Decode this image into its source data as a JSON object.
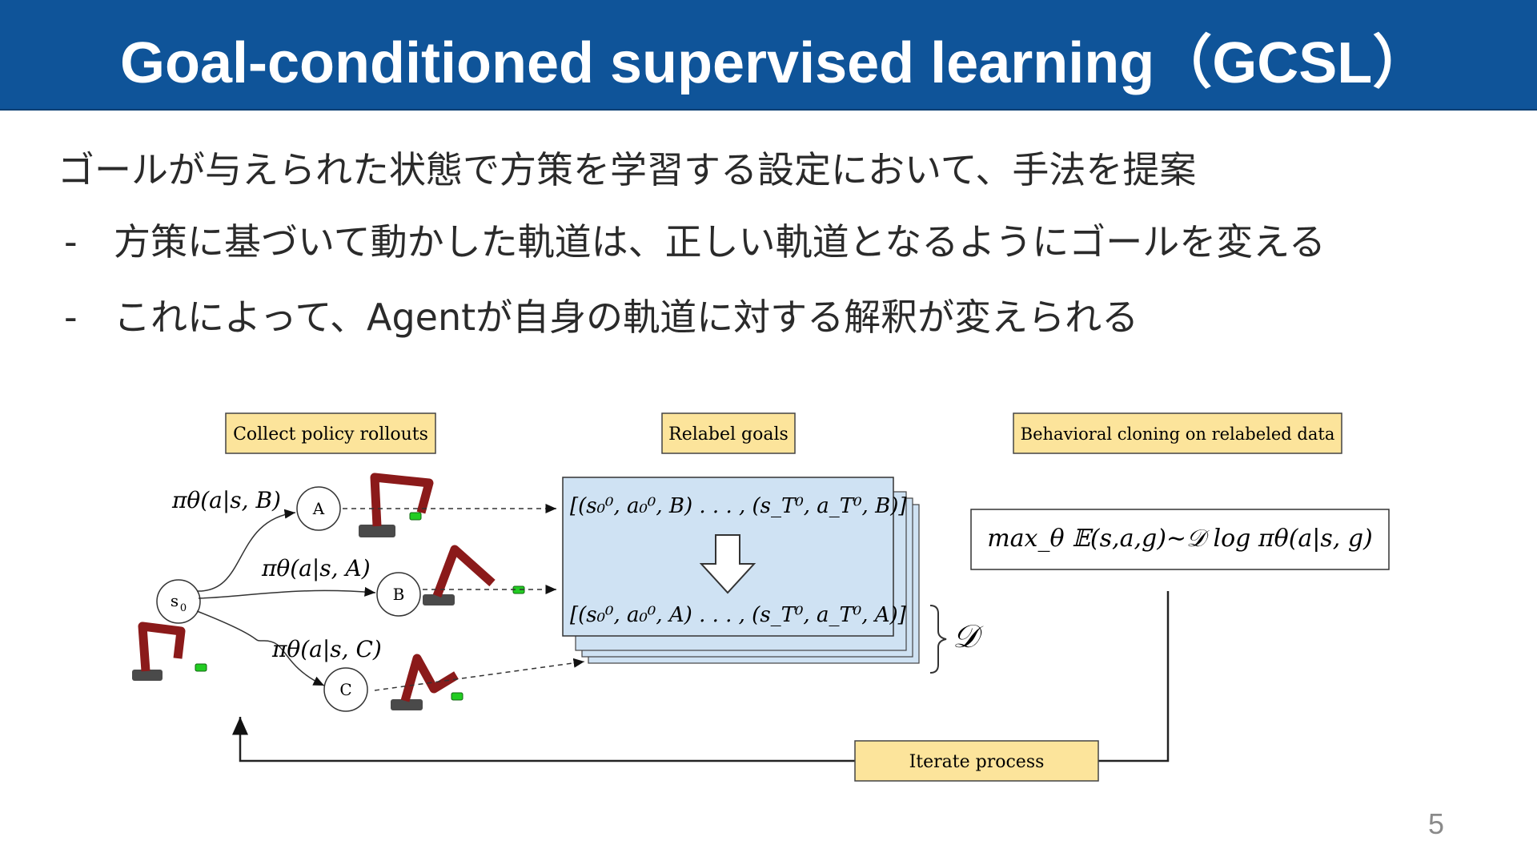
{
  "slide": {
    "title": "Goal-conditioned supervised learning（GCSL）",
    "lead": "ゴールが与えられた状態で方策を学習する設定において、手法を提案",
    "bullets": [
      {
        "marker": "-",
        "text": "方策に基づいて動かした軌道は、正しい軌道となるようにゴールを変える"
      },
      {
        "marker": "-",
        "text": "これによって、Agentが自身の軌道に対する解釈が変えられる"
      }
    ],
    "page_number": "5"
  },
  "diagram": {
    "stages": {
      "collect": "Collect policy rollouts",
      "relabel": "Relabel goals",
      "bc": "Behavioral cloning on relabeled data",
      "iterate": "Iterate process"
    },
    "start_node": "s",
    "start_node_sub": "0",
    "nodes": [
      "A",
      "B",
      "C"
    ],
    "policy_labels": [
      "πθ(a|s, B)",
      "πθ(a|s, A)",
      "πθ(a|s, C)"
    ],
    "trajectory_before": "[(s₀⁰, a₀⁰, B) . . . , (s_T⁰, a_T⁰, B)]",
    "trajectory_after": "[(s₀⁰, a₀⁰, A) . . . , (s_T⁰, a_T⁰, A)]",
    "dataset_symbol": "𝒟",
    "objective": "max_θ 𝔼(s,a,g)∼𝒟 log πθ(a|s, g)",
    "colors": {
      "header": "#0f5499",
      "stage_box": "#fce49b",
      "data_card": "#cfe2f3",
      "robot_arm": "#8b1a1a",
      "robot_base": "#4a4a4a",
      "goal_marker": "#22cc22"
    }
  }
}
